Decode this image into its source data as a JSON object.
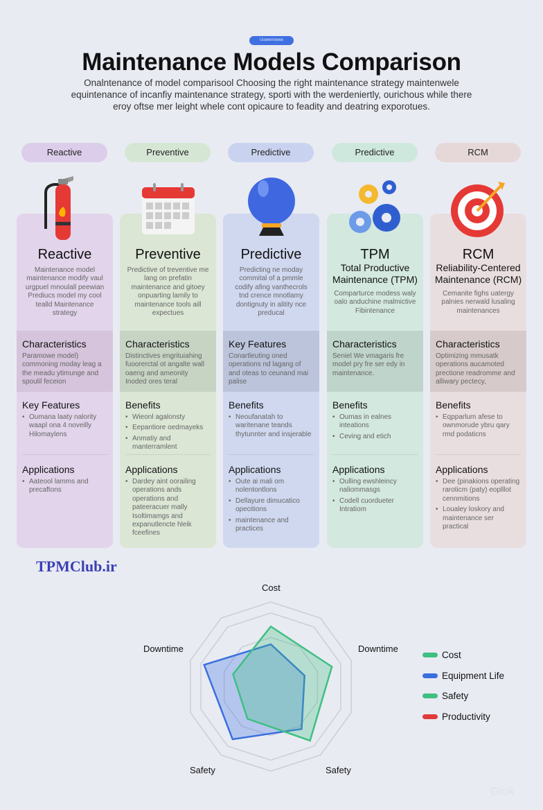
{
  "header": {
    "badge": "Uuwwnnewe",
    "title": "Maintenance Models Comparison",
    "subtitle": "Onalntenance of model comparisool Choosing the right maintenance strategy maintenwele equintenance of incanfiy maintenance strategy, sporti with the werdeniertly, ourichous while there eroy oftse mer leight whele cont opicaure to feadity and deatring exporotues."
  },
  "columns": [
    {
      "pill": "Reactive",
      "color": "#e2d4ea",
      "band": "#d5c4db",
      "pillcolor": "#dccdea",
      "title": "Reactive",
      "sub": "",
      "desc": "Maintenance model maintenance modify vaul urgpuel mnoulall peewian Prediucs model my cool tealld Maintenance strategy",
      "s1": {
        "h": "Characteristics",
        "t": "Paramowe model) commoning moday leag a the meadu ytimunge and spoulil feceion"
      },
      "s2": {
        "h": "Key Features",
        "b": [
          "Oumana laaty nalority waapl ona 4 noveilly Hilomaylens"
        ]
      },
      "s3": {
        "h": "Applications",
        "b": [
          "Aateool lamms and precaftons"
        ]
      }
    },
    {
      "pill": "Preventive",
      "color": "#dbe6d5",
      "band": "#c7d4c3",
      "pillcolor": "#d5e7d4",
      "title": "Preventive",
      "sub": "",
      "desc": "Predictive of treventive me lang on prefatin maintenance and gitoey onpuarting lamily to maintenance tools aill expectues",
      "s1": {
        "h": "Characteristics",
        "t": "Distinctives engrituiahing fuoorerctal ot angalte wall oaeng and ameonity Inoded ores teral"
      },
      "s2": {
        "h": "Benefits",
        "b": [
          "Wieonl agalonsty",
          "Eepantiore oedmayeks",
          "Anmatiy and manterramlent"
        ]
      },
      "s3": {
        "h": "Applications",
        "b": [
          "Dardey aint oorailing operations ands operations and pateeracuer mally Isoltimamgs and expanutlencte hleik fceefines"
        ]
      }
    },
    {
      "pill": "Predictive",
      "color": "#cfd8ef",
      "band": "#bbc4da",
      "pillcolor": "#c9d3f0",
      "title": "Predictive",
      "sub": "",
      "desc": "Predicting ne moday commital of a pmmle codify afing vanthecrols tnd crence mnotlamy dontignuty in alitity nce preducal",
      "s1": {
        "h": "Key Features",
        "t": "Conartleuting oned operations nd lagang of and oteas to ceunand mai palise"
      },
      "s2": {
        "h": "Benefits",
        "b": [
          "Neoufanatah to waritenane teands thytunnter and insjerable"
        ]
      },
      "s3": {
        "h": "Applications",
        "b": [
          "Oute ai mali om nolentontlons",
          "Dellayure dimucatico opecitions",
          "maintenance and practices"
        ]
      }
    },
    {
      "pill": "Predictive",
      "color": "#d3e8de",
      "band": "#bfd4ca",
      "pillcolor": "#cfe8dd",
      "title": "TPM",
      "sub": "Total Productive Maintenance (TPM)",
      "desc": "Comparturce modess waly oalo anduchine malmictive Fibintenance",
      "s1": {
        "h": "Characteristics",
        "t": "Seniel We vmagaris fre model pry fre ser edy in maintenance."
      },
      "s2": {
        "h": "Benefits",
        "b": [
          "Oumas in ealnes inteations",
          "Ceving and etich"
        ]
      },
      "s3": {
        "h": "Applications",
        "b": [
          "Oulling ewshleincy naliommasgs",
          "Codell cuordueter Intratiom"
        ]
      }
    },
    {
      "pill": "RCM",
      "color": "#e9dedf",
      "band": "#d7cacb",
      "pillcolor": "#e6d8d8",
      "title": "RCM",
      "sub": "Reliability-Centered Maintenance (RCM)",
      "desc": "Cemanite fighs uatergy palnies nerwald lusaling maintenances",
      "s1": {
        "h": "Characteristics",
        "t": "Optimizing mmusatk operations aucamoted prectione readromme and alliwary pectecy,"
      },
      "s2": {
        "h": "Benefits",
        "b": [
          "Eqpparlum afese to ownmorude ybru qary rmd podaticns"
        ]
      },
      "s3": {
        "h": "Applications",
        "b": [
          "Dee (pinakions operating raroticm (paty) eoplllot cennmitions",
          "Loualey loskory and maintenance ser practical"
        ]
      }
    }
  ],
  "icons": [
    "fire-extinguisher-icon",
    "calendar-icon",
    "crystal-ball-icon",
    "gears-icon",
    "target-icon"
  ],
  "watermark": "TPMClub.ir",
  "corner_watermark": "Grok",
  "chart_data": {
    "type": "radar",
    "axes": [
      "Cost",
      "Downtime",
      "Safety",
      "Safety",
      "Downtime"
    ],
    "range": [
      0,
      1
    ],
    "rings": 3,
    "grid": true,
    "legend_position": "right",
    "legend": [
      {
        "name": "Cost",
        "color": "#3fbf82"
      },
      {
        "name": "Equipment Life",
        "color": "#3a6fe0"
      },
      {
        "name": "Safety",
        "color": "#3fbf82"
      },
      {
        "name": "Productivity",
        "color": "#e03a3a"
      }
    ],
    "series": [
      {
        "name": "Equipment Life",
        "color": "#3a6fe0",
        "values": [
          0.5,
          0.42,
          0.62,
          0.77,
          0.83
        ]
      },
      {
        "name": "Safety",
        "color": "#3fbf82",
        "values": [
          0.71,
          0.76,
          0.79,
          0.47,
          0.47
        ]
      }
    ]
  }
}
